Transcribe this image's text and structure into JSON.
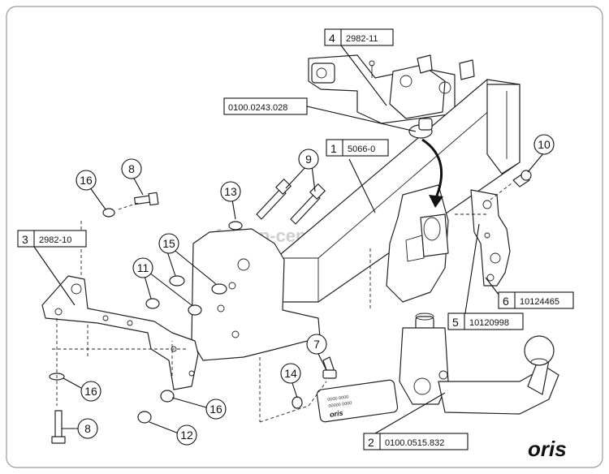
{
  "diagram": {
    "watermark": "farkop-center.ru",
    "brand_logo": "oris",
    "plate": {
      "line1": "0000 0000",
      "line2": "00000 0000",
      "brand": "oris"
    },
    "callouts": [
      {
        "id": "c4",
        "num": "4",
        "code": "2982-11"
      },
      {
        "id": "c0243",
        "num": "",
        "code": "0100.0243.028"
      },
      {
        "id": "c1",
        "num": "1",
        "code": "5066-0"
      },
      {
        "id": "c3",
        "num": "3",
        "code": "2982-10"
      },
      {
        "id": "c6",
        "num": "6",
        "code": "10124465"
      },
      {
        "id": "c5",
        "num": "5",
        "code": "10120998"
      },
      {
        "id": "c2",
        "num": "2",
        "code": "0100.0515.832"
      }
    ],
    "bubbles": [
      "16",
      "8",
      "13",
      "9",
      "10",
      "15",
      "11",
      "7",
      "14",
      "16",
      "16",
      "12",
      "8"
    ]
  }
}
